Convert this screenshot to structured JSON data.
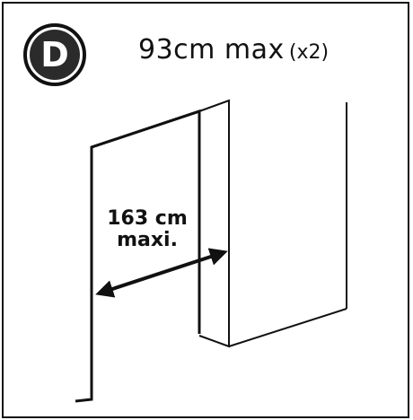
{
  "step": {
    "letter": "D"
  },
  "header": {
    "measure": "93cm max",
    "quantity": "(x2)"
  },
  "dimension": {
    "line1": "163 cm",
    "line2": "maxi."
  }
}
